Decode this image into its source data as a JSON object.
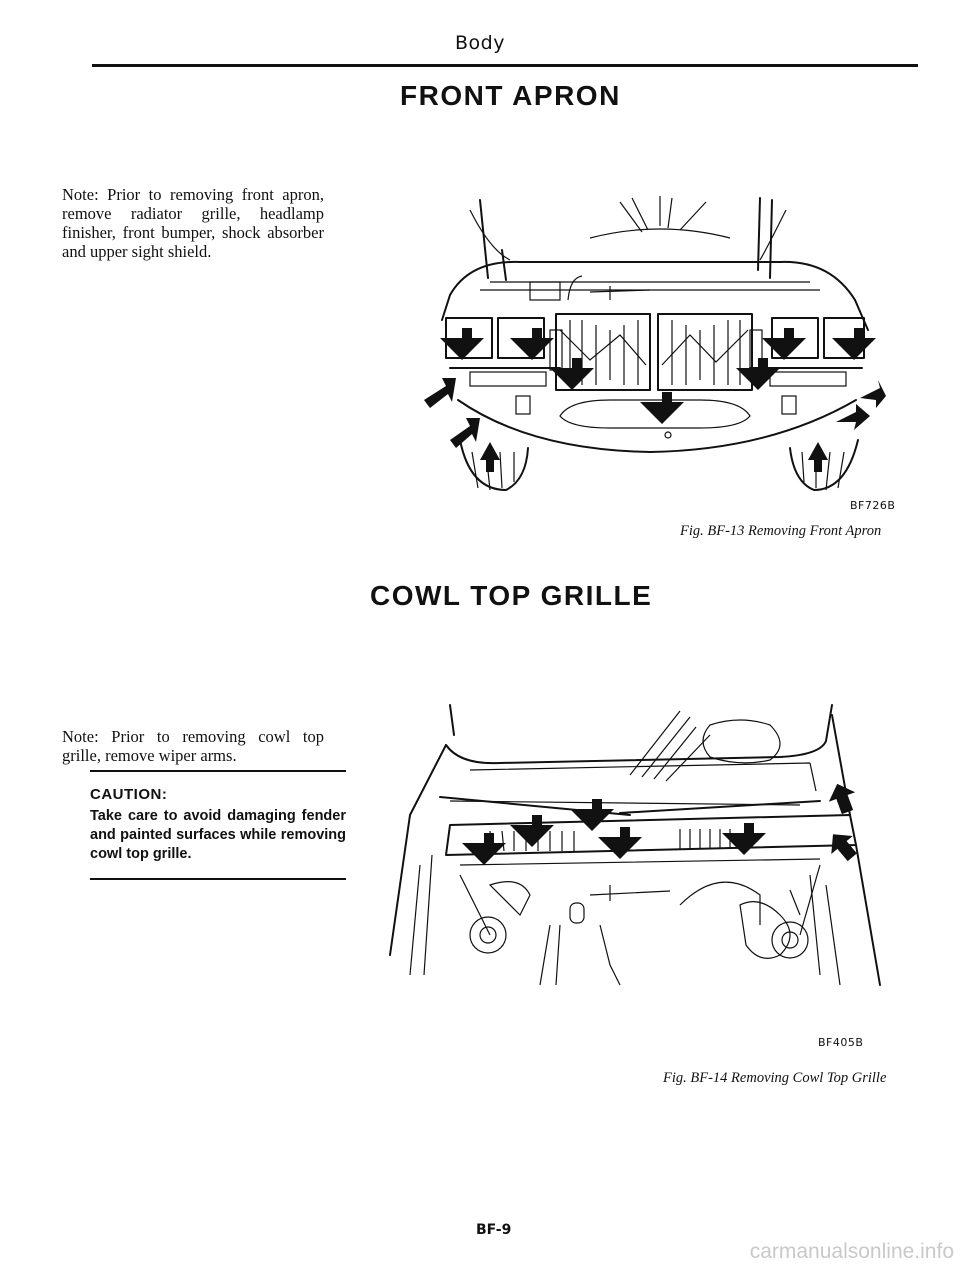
{
  "header": {
    "title": "Body"
  },
  "sections": {
    "front_apron": {
      "title": "FRONT APRON",
      "note_label": "Note:",
      "note_text": "Prior to removing front apron, remove radiator grille, headlamp finisher, front bumper, shock absorber and upper sight shield.",
      "figure_code": "BF726B",
      "figure_caption": "Fig. BF-13 Removing Front Apron"
    },
    "cowl_top_grille": {
      "title": "COWL TOP GRILLE",
      "note_label": "Note:",
      "note_text": "Prior to removing cowl top grille, remove wiper arms.",
      "caution_heading": "CAUTION:",
      "caution_text": "Take care to avoid damaging fender and painted surfaces while removing cowl top grille.",
      "figure_code": "BF405B",
      "figure_caption": "Fig. BF-14 Removing Cowl Top Grille"
    }
  },
  "footer": {
    "page_number": "BF-9"
  },
  "watermark": "carmanualsonline.info"
}
